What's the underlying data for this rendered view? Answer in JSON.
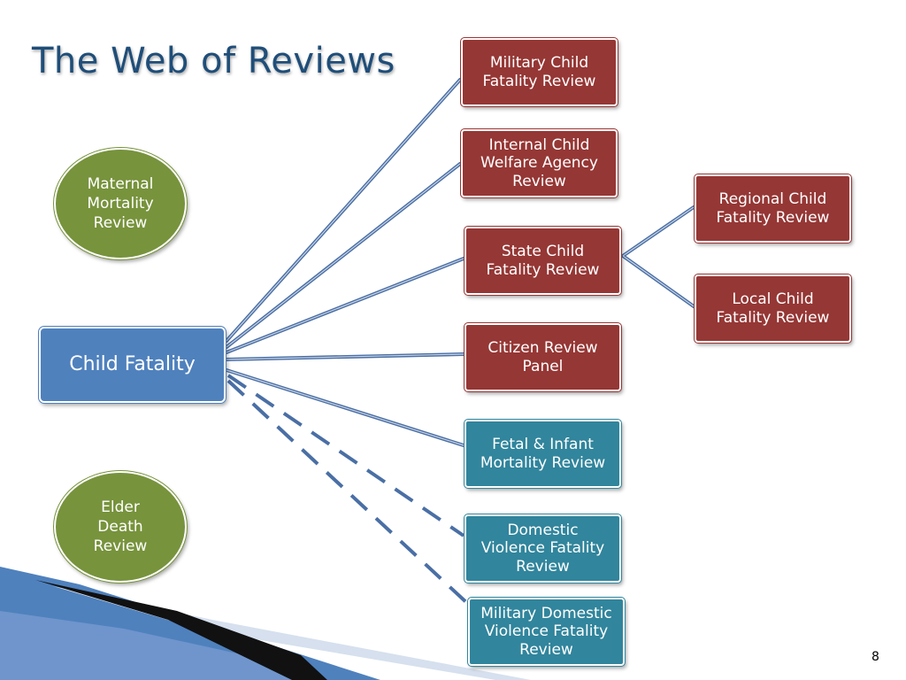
{
  "slide": {
    "title": "The Web of Reviews",
    "page_number": "8"
  },
  "nodes": {
    "center": "Child Fatality",
    "military_child": "Military Child\nFatality Review",
    "internal_welfare": "Internal Child\nWelfare Agency\nReview",
    "state_child": "State Child\nFatality Review",
    "citizen_review": "Citizen Review\nPanel",
    "fetal_infant": "Fetal & Infant\nMortality Review",
    "domestic_violence": "Domestic\nViolence Fatality\nReview",
    "military_domestic": "Military Domestic\nViolence Fatality\nReview",
    "regional_child": "Regional Child\nFatality Review",
    "local_child": "Local Child\nFatality Review",
    "maternal": "Maternal\nMortality\nReview",
    "elder": "Elder\nDeath\nReview"
  },
  "colors": {
    "title": "#1f4e79",
    "red_box": "#953735",
    "teal_box": "#31859c",
    "blue_box": "#4f81bd",
    "green_oval": "#77933c",
    "connector": "#4a6fa5"
  }
}
